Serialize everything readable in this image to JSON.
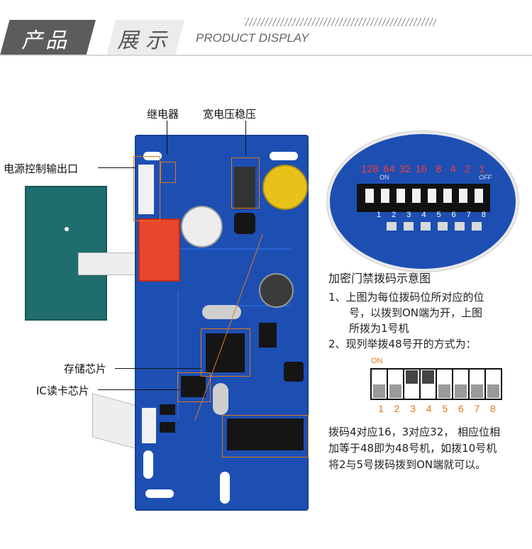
{
  "header": {
    "title_cn_1": "产品",
    "title_cn_2": "展示",
    "title_en": "PRODUCT DISPLAY"
  },
  "callouts": {
    "relay": "继电器",
    "regulator": "宽电压稳压",
    "power_output": "电源控制输出口",
    "storage_chip": "存储芯片",
    "ic_reader_chip": "IC读卡芯片"
  },
  "zoom": {
    "values": [
      "128",
      "64",
      "32",
      "16",
      "8",
      "4",
      "2",
      "1"
    ],
    "on_label": "ON",
    "off_label": "OFF",
    "switch_numbers": [
      "1",
      "2",
      "3",
      "4",
      "5",
      "6",
      "7",
      "8"
    ]
  },
  "instructions": {
    "title": "加密门禁拨码示意图",
    "item1_line1": "1、上图为每位拨码位所对应的位",
    "item1_line2": "号，以拨到ON端为开，上图",
    "item1_line3": "所拨为1号机",
    "item2": "2、现列举拨48号开的方式为：",
    "note_line1": "拨码4对应16，3对应32， 相应位相",
    "note_line2": "加等于48即为48号机，如拨10号机",
    "note_line3": "将2与5号拨码拨到ON端就可以。"
  },
  "example": {
    "on_label": "ON",
    "switches_on": [
      false,
      false,
      true,
      true,
      false,
      false,
      false,
      false
    ],
    "numbers": [
      "1",
      "2",
      "3",
      "4",
      "5",
      "6",
      "7",
      "8"
    ]
  },
  "colors": {
    "pcb": "#1d4fb3",
    "accent": "#e0771f",
    "header_dark": "#5c5c5c"
  }
}
